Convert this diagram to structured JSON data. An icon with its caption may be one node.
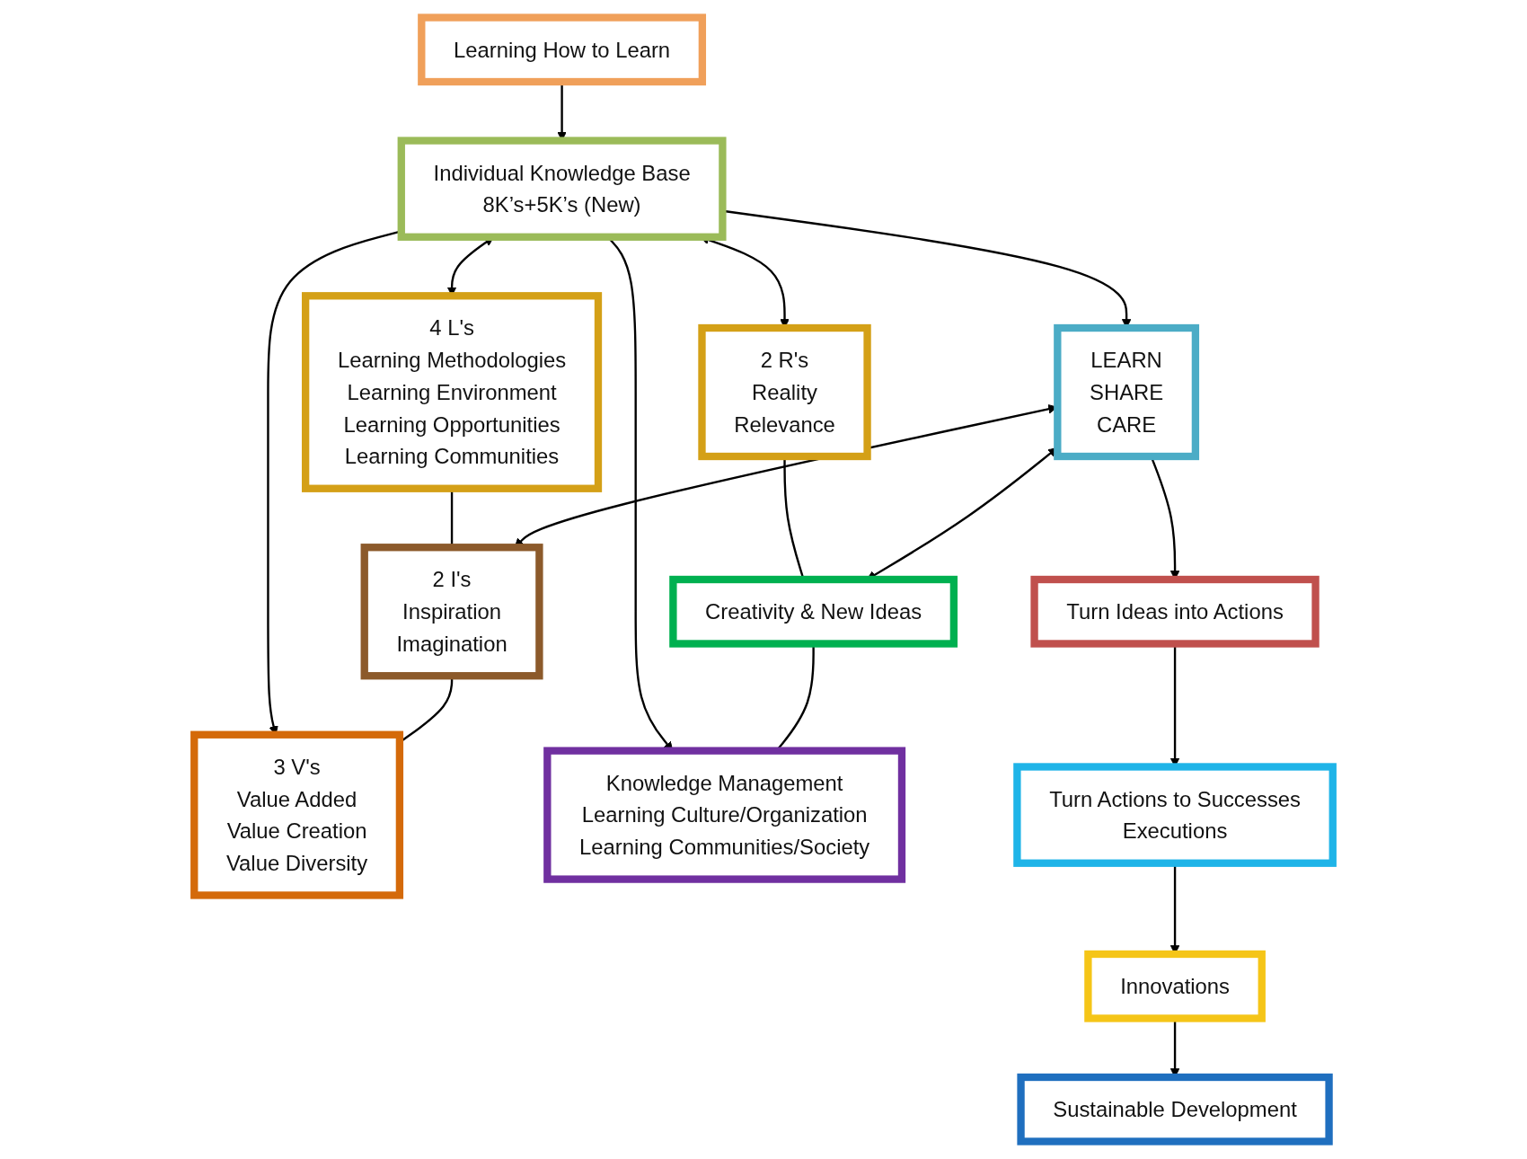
{
  "diagram": {
    "nodes": [
      {
        "text": [
          "Learning How to Learn"
        ]
      },
      {
        "text": [
          "4 L's",
          "Learning Methodologies",
          "Learning Environment",
          "Learning Opportunities",
          "Learning Communities"
        ]
      },
      {
        "text": [
          "Individual Knowledge Base",
          "8K’s+5K’s (New)"
        ]
      },
      {
        "text": [
          "2 R's",
          "Reality",
          "Relevance"
        ]
      },
      {
        "text": [
          "2 I's",
          "Inspiration",
          "Imagination"
        ]
      },
      {
        "text": [
          "LEARN",
          "SHARE",
          "CARE"
        ]
      },
      {
        "text": [
          "Creativity & New Ideas"
        ]
      },
      {
        "text": [
          "3 V's",
          "Value Added",
          "Value Creation",
          "Value Diversity"
        ]
      },
      {
        "text": [
          "Knowledge Management",
          "Learning Culture/Organization",
          "Learning Communities/Society"
        ]
      },
      {
        "text": [
          "Turn Ideas into Actions"
        ]
      },
      {
        "text": [
          "Turn Actions to Successes",
          "Executions"
        ]
      },
      {
        "text": [
          "Innovations"
        ]
      },
      {
        "text": [
          "Sustainable Development"
        ]
      }
    ],
    "edges": [
      {
        "from": 0,
        "to": 2,
        "arrow": "to"
      },
      {
        "from": 1,
        "to": 2,
        "arrow": "both"
      },
      {
        "from": 2,
        "to": 3,
        "arrow": "both"
      },
      {
        "from": 2,
        "to": 7,
        "arrow": "to"
      },
      {
        "from": 2,
        "to": 8,
        "arrow": "to"
      },
      {
        "from": 1,
        "to": 4,
        "arrow": "none"
      },
      {
        "from": 3,
        "to": 6,
        "arrow": "none"
      },
      {
        "from": 2,
        "to": 5,
        "arrow": "to"
      },
      {
        "from": 4,
        "to": 5,
        "arrow": "both"
      },
      {
        "from": 5,
        "to": 6,
        "arrow": "both"
      },
      {
        "from": 4,
        "to": 7,
        "arrow": "none"
      },
      {
        "from": 6,
        "to": 8,
        "arrow": "none"
      },
      {
        "from": 5,
        "to": 9,
        "arrow": "to"
      },
      {
        "from": 9,
        "to": 10,
        "arrow": "to"
      },
      {
        "from": 10,
        "to": 11,
        "arrow": "to"
      },
      {
        "from": 11,
        "to": 12,
        "arrow": "to"
      }
    ]
  }
}
